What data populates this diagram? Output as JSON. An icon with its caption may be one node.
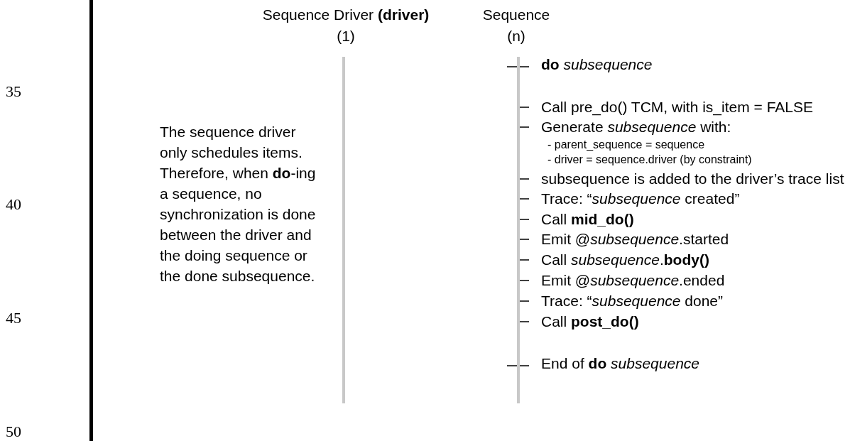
{
  "diagram": {
    "nodes": [
      {
        "text": [
          "Sequence Driver **(driver)**",
          "(1)"
        ]
      },
      {
        "text": [
          "Sequence",
          "(n)"
        ]
      }
    ],
    "labels": [
      "35",
      "40",
      "45",
      "50",
      "The sequence driver only schedules items. Therefore, when **do**-ing a sequence, no synchronization is done between the driver and the doing sequence or the done subsequence.",
      "**do** *subsequence*",
      "Call pre_do() TCM, with is_item = FALSE",
      "Generate *subsequence* with:",
      "- parent_sequence = sequence",
      "- driver = sequence.driver (by constraint)",
      "subsequence is added to the driver’s trace list",
      "Trace: “*subsequence* created”",
      "Call **mid_do()**",
      "Emit @*subsequence*.started",
      "Call *subsequence*.**body()**",
      "Emit @*subsequence*.ended",
      "Trace: “*subsequence* done”",
      "Call **post_do()**",
      "End of **do** *subsequence*"
    ]
  }
}
